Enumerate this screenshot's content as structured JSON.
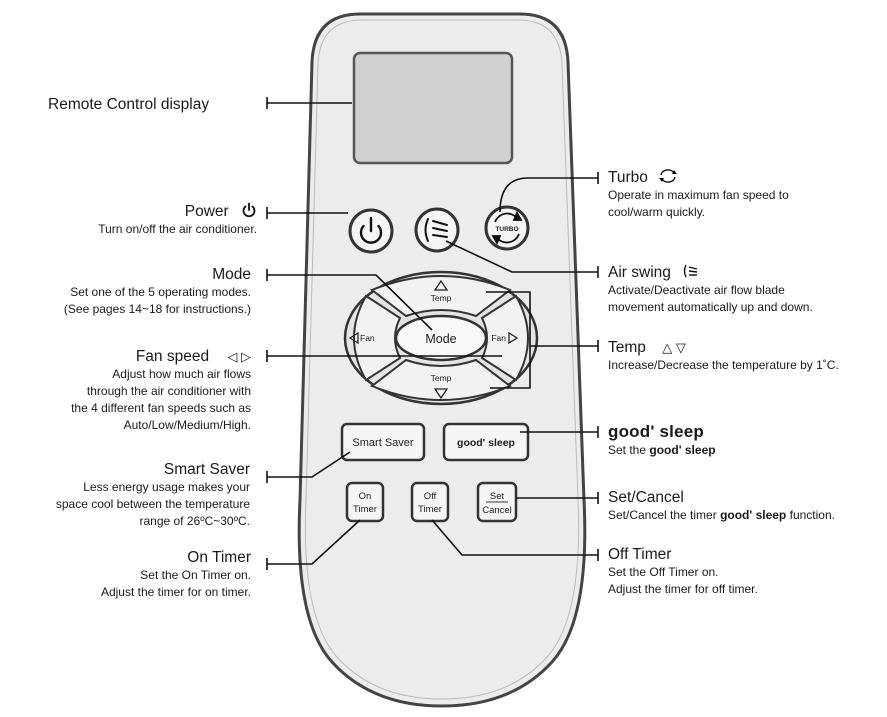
{
  "remote": {
    "mode_label": "Mode",
    "fan_left_label": "Fan",
    "fan_right_label": "Fan",
    "temp_up_label": "Temp",
    "temp_down_label": "Temp",
    "smart_saver_label": "Smart Saver",
    "good_sleep_label": "good' sleep",
    "turbo_badge": "TURBO",
    "on_timer_line1": "On",
    "on_timer_line2": "Timer",
    "off_timer_line1": "Off",
    "off_timer_line2": "Timer",
    "set_label": "Set",
    "cancel_label": "Cancel"
  },
  "callouts": {
    "display": {
      "title": "Remote Control display"
    },
    "power": {
      "title": "Power",
      "desc": [
        "Turn on/off the air conditioner."
      ]
    },
    "mode": {
      "title": "Mode",
      "desc": [
        "Set one of the 5 operating modes.",
        "(See pages 14~18 for instructions.)"
      ]
    },
    "fan_speed": {
      "title": "Fan speed",
      "symbol": "◁ ▷",
      "desc": [
        "Adjust how much air flows",
        "through the air conditioner with",
        "the 4 different fan speeds such as",
        "Auto/Low/Medium/High."
      ]
    },
    "smart_saver": {
      "title": "Smart Saver",
      "desc": [
        "Less energy usage makes your",
        "space cool between the temperature",
        "range of 26ºC~30ºC."
      ]
    },
    "on_timer": {
      "title": "On Timer",
      "desc": [
        "Set the On Timer on.",
        "Adjust the timer for on timer."
      ]
    },
    "turbo": {
      "title": "Turbo",
      "desc": [
        "Operate in maximum fan speed to",
        "cool/warm quickly."
      ]
    },
    "air_swing": {
      "title": "Air swing",
      "desc": [
        "Activate/Deactivate air flow blade",
        "movement automatically up and down."
      ]
    },
    "temp": {
      "title": "Temp",
      "symbol": "△ ▽",
      "desc": [
        "Increase/Decrease the temperature by 1˚C."
      ]
    },
    "good_sleep": {
      "title": "good' sleep",
      "desc_prefix": "Set the",
      "desc_bold": "good' sleep"
    },
    "set_cancel": {
      "title": "Set/Cancel",
      "desc_prefix": "Set/Cancel the timer",
      "desc_bold": "good' sleep",
      "desc_suffix": "function."
    },
    "off_timer": {
      "title": "Off Timer",
      "desc": [
        "Set the Off Timer on.",
        "Adjust the timer for off timer."
      ]
    }
  }
}
